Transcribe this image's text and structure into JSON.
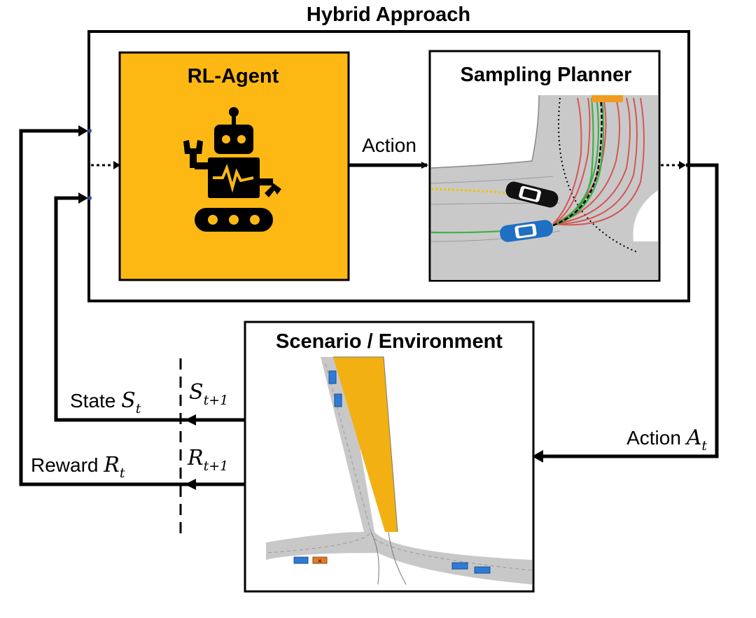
{
  "title": "Hybrid Approach",
  "rl_agent": {
    "label": "RL-Agent",
    "fill": "#FDB813"
  },
  "planner": {
    "label": "Sampling Planner"
  },
  "environment": {
    "label": "Scenario / Environment",
    "lane_fill": "#F2B012"
  },
  "edges": {
    "action_top": "Action",
    "action_bottom": {
      "text": "Action ",
      "var": "A",
      "sub": "t"
    },
    "state": {
      "text": "State ",
      "var": "S",
      "sub": "t"
    },
    "state_next": {
      "var": "S",
      "sub": "t+1"
    },
    "reward": {
      "text": "Reward ",
      "var": "R",
      "sub": "t"
    },
    "reward_next": {
      "var": "R",
      "sub": "t+1"
    }
  },
  "icons": [
    "robot-icon",
    "ego-car-icon",
    "other-car-icon"
  ],
  "colors": {
    "ego": "#1F6FC2",
    "other": "#111111",
    "trajectories_bad": "#D9302E",
    "trajectories_good": "#2EAE3A",
    "vehicles": "#2E7BD6",
    "obstacle": "#E07B2A"
  }
}
